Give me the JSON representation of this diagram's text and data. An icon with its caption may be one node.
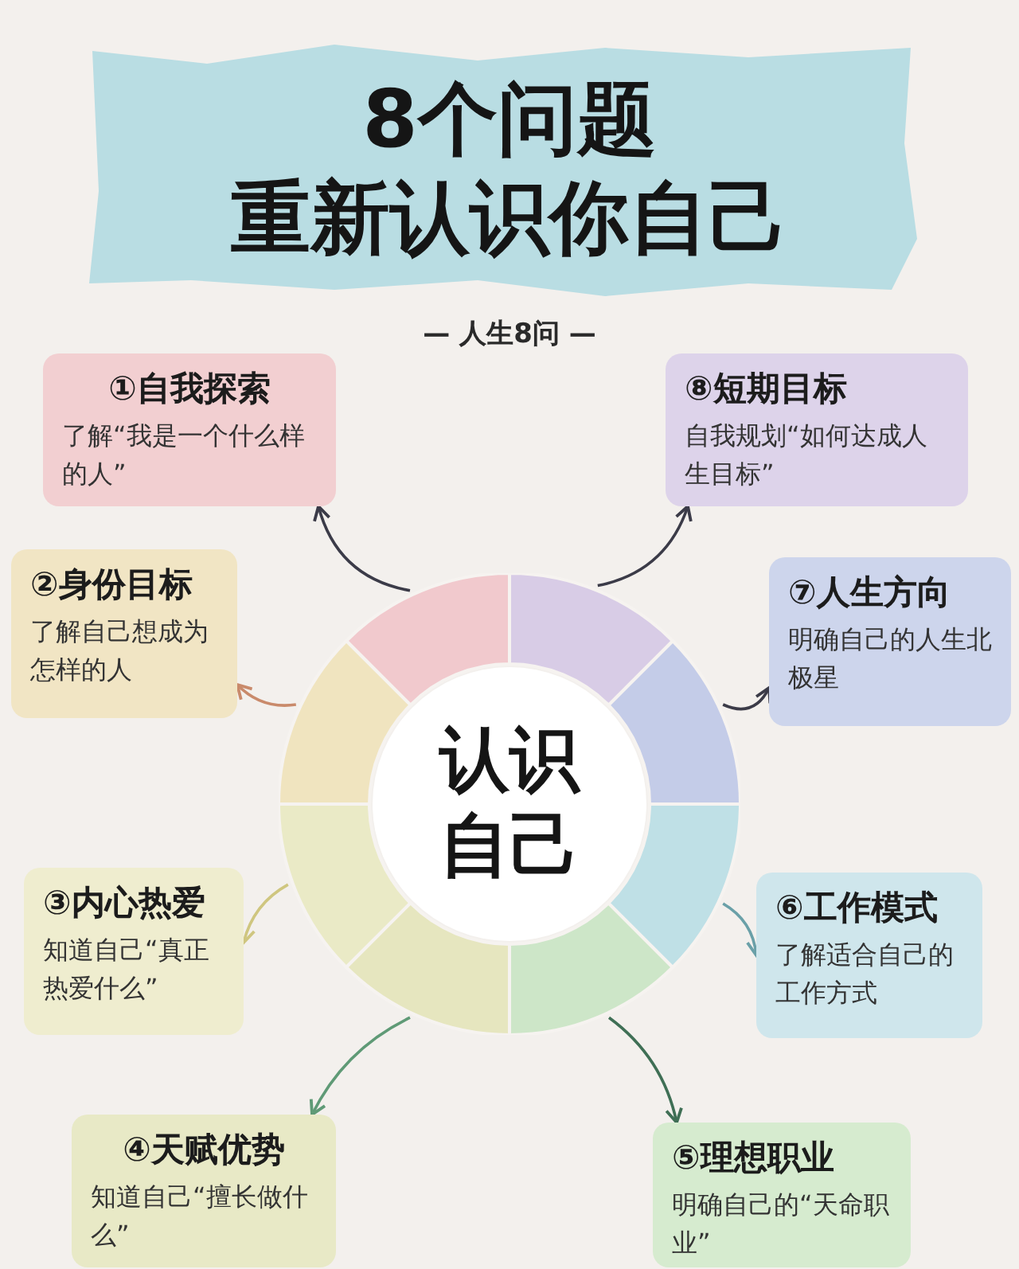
{
  "diagram": {
    "title": "8个问题重新认识你自己",
    "nodes": [
      {
        "text": [
          "认识自己"
        ]
      },
      {
        "text": [
          "①自我探索",
          "了解“我是一个什么样的人”"
        ]
      },
      {
        "text": [
          "②身份目标",
          "了解自己想成为怎样的人"
        ]
      },
      {
        "text": [
          "③内心热爱",
          "知道自己“真正热爱什么”"
        ]
      },
      {
        "text": [
          "④天赋优势",
          "知道自己“擅长做什么”"
        ]
      },
      {
        "text": [
          "⑤理想职业",
          "明确自己的“天命职业”"
        ]
      },
      {
        "text": [
          "⑥工作模式",
          "了解适合自己的工作方式"
        ]
      },
      {
        "text": [
          "⑦人生方向",
          "明确自己的人生北极星"
        ]
      },
      {
        "text": [
          "⑧短期目标",
          "自我规划“如何达成人生目标”"
        ]
      }
    ],
    "edges": [
      {
        "from": 0,
        "to": 1,
        "arrow": "to"
      },
      {
        "from": 0,
        "to": 2,
        "arrow": "to",
        "color": "#c98a6b"
      },
      {
        "from": 0,
        "to": 3,
        "arrow": "to",
        "color": "#cfc67f"
      },
      {
        "from": 0,
        "to": 4,
        "arrow": "to",
        "color": "#5f9a76"
      },
      {
        "from": 0,
        "to": 5,
        "arrow": "to",
        "color": "#3f6f55"
      },
      {
        "from": 0,
        "to": 6,
        "arrow": "to",
        "color": "#6aa0a8"
      },
      {
        "from": 0,
        "to": 7,
        "arrow": "to"
      },
      {
        "from": 0,
        "to": 8,
        "arrow": "to"
      }
    ],
    "labels": [
      "— 人生8问 —"
    ]
  }
}
